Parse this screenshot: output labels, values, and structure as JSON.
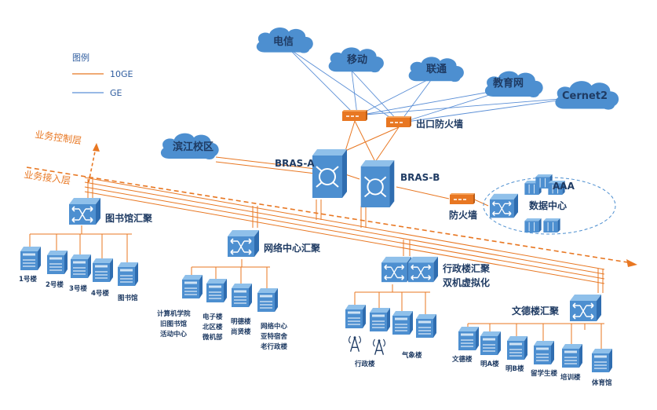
{
  "legend": {
    "title": "图例",
    "orange_label": "10GE",
    "blue_label": "GE"
  },
  "colors": {
    "orange": "#e87722",
    "blue": "#5b8fd6",
    "device": "#4d8fd0",
    "device_light": "#8fc0ea",
    "label": "#1f3b63"
  },
  "clouds": {
    "telecom": "电信",
    "mobile": "移动",
    "unicom": "联通",
    "edu": "教育网",
    "cernet": "Cernet2",
    "campus": "滨江校区"
  },
  "core": {
    "exit_firewall": "出口防火墙",
    "bras_a": "BRAS-A",
    "bras_b": "BRAS-B",
    "firewall": "防火墙",
    "aaa": "AAA",
    "datacenter": "数据中心"
  },
  "layers": {
    "control": "业务控制层",
    "access": "业务接入层"
  },
  "aggregation": {
    "library": "图书馆汇聚",
    "netcenter": "网络中心汇聚",
    "admin_line1": "行政楼汇聚",
    "admin_line2": "双机虚拟化",
    "wende": "文德楼汇聚"
  },
  "access": {
    "library": [
      "1号楼",
      "2号楼",
      "3号楼",
      "4号楼",
      "图书馆"
    ],
    "netcenter": [
      [
        "计算机学院",
        "旧图书馆",
        "活动中心"
      ],
      [
        "电子楼",
        "北区楼",
        "微机部"
      ],
      [
        "明德楼",
        "尚贤楼"
      ],
      [
        "网络中心",
        "亚特宿舍",
        "老行政楼"
      ]
    ],
    "admin": [
      "行政楼",
      "",
      "气象楼",
      ""
    ],
    "wende": [
      "文德楼",
      "明A楼",
      "明B楼",
      "留学生楼",
      "培训楼",
      "体育馆"
    ]
  }
}
